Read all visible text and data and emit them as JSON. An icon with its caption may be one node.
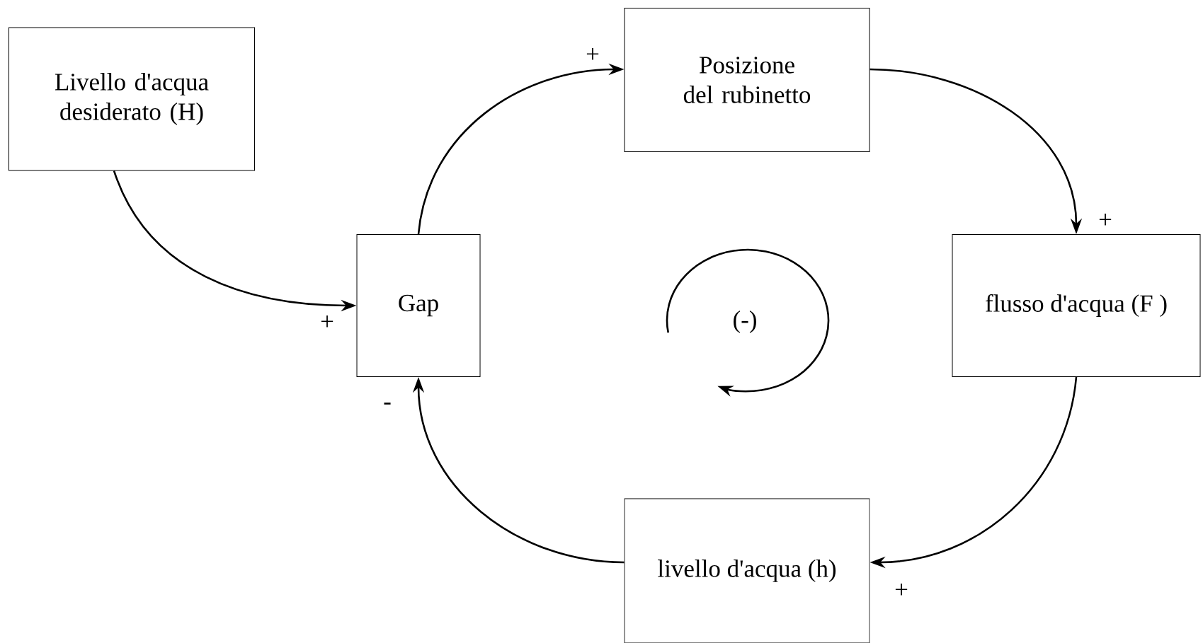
{
  "diagram": {
    "nodes": [
      {
        "text": [
          "Livello d'acqua desiderato (H)"
        ]
      },
      {
        "text": [
          "Gap"
        ]
      },
      {
        "text": [
          "Posizione del rubinetto"
        ]
      },
      {
        "text": [
          "flusso d'acqua (F )"
        ]
      },
      {
        "text": [
          "livello d'acqua (h)"
        ]
      }
    ],
    "edges": [
      {
        "from": 0,
        "to": 1,
        "arrow": "to",
        "label": "+"
      },
      {
        "from": 1,
        "to": 2,
        "arrow": "to",
        "label": "+"
      },
      {
        "from": 2,
        "to": 3,
        "arrow": "to",
        "label": "+"
      },
      {
        "from": 3,
        "to": 4,
        "arrow": "to",
        "label": "+"
      },
      {
        "from": 4,
        "to": 1,
        "arrow": "to",
        "label": "-"
      }
    ],
    "labels": [
      "(-)"
    ]
  }
}
